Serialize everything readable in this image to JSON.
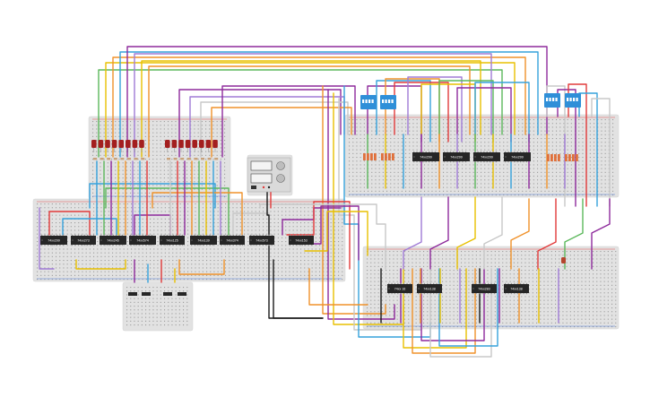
{
  "chips": [
    {
      "label": "74xx299"
    },
    {
      "label": "74xx273"
    },
    {
      "label": "74xx245"
    },
    {
      "label": "74xx574"
    },
    {
      "label": "74xx125"
    },
    {
      "label": "74xx139"
    },
    {
      "label": "74xx374"
    },
    {
      "label": "74xx573"
    },
    {
      "label": "74xx153"
    },
    {
      "label": "74xx299"
    },
    {
      "label": "74xx299"
    },
    {
      "label": "74xx299"
    },
    {
      "label": "74xx299"
    },
    {
      "label": "74xx 16"
    },
    {
      "label": "74xx138"
    },
    {
      "label": "74xx283"
    },
    {
      "label": "74xx138"
    }
  ],
  "colors": {
    "breadboard": "#e2e2e2",
    "led": "#a31f1f",
    "dip_switch": "#2f8fd8",
    "chip": "#262626",
    "wires": [
      "#8e2a9c",
      "#e8c000",
      "#f0922a",
      "#36a2dc",
      "#5cb85c",
      "#e23b3b",
      "#a07bd6",
      "#c8c8c8",
      "#1a1a1a",
      "#8a3a2a"
    ]
  }
}
